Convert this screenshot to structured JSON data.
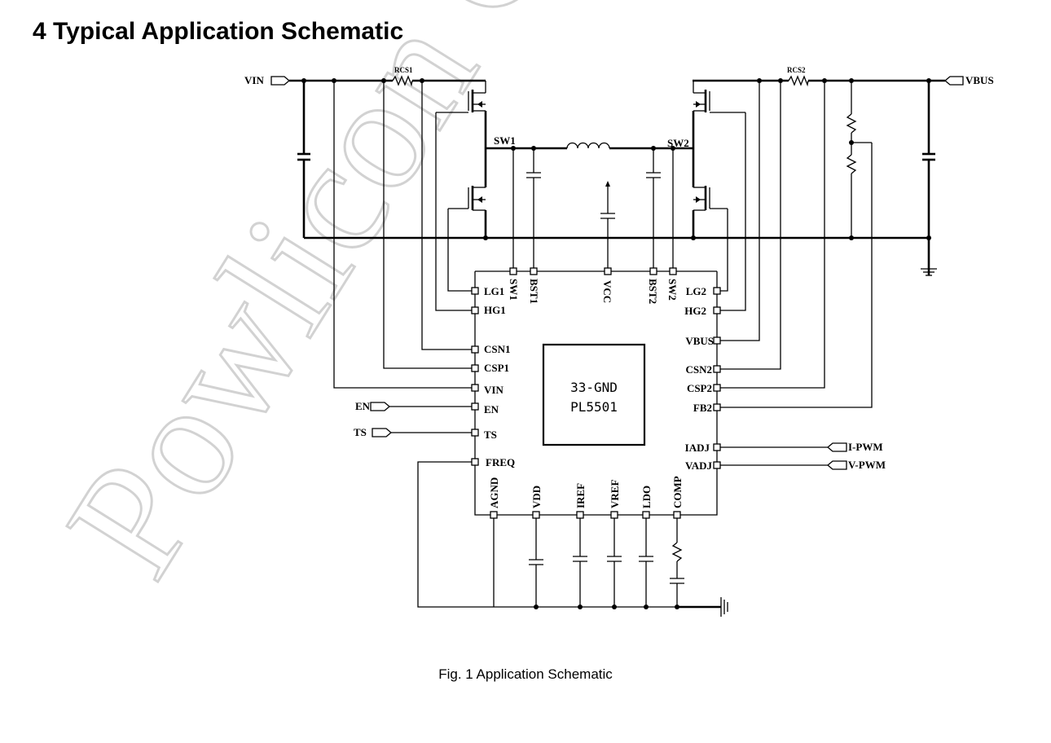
{
  "document": {
    "section_heading": "4 Typical Application Schematic",
    "figure_caption": "Fig. 1 Application Schematic",
    "watermark_text": "Powlicon Co"
  },
  "schematic": {
    "ports": {
      "vin": "VIN",
      "vbus": "VBUS",
      "en": "EN",
      "ts": "TS",
      "i_pwm": "I-PWM",
      "v_pwm": "V-PWM"
    },
    "components": {
      "rcs1": "RCS1",
      "rcs2": "RCS2"
    },
    "nodes": {
      "sw1": "SW1",
      "sw2": "SW2"
    },
    "chip": {
      "line1": "33-GND",
      "line2": "PL5501"
    },
    "pins": {
      "left": [
        "LG1",
        "HG1",
        "CSN1",
        "CSP1",
        "VIN",
        "EN",
        "TS",
        "FREQ"
      ],
      "right": [
        "LG2",
        "HG2",
        "VBUS",
        "CSN2",
        "CSP2",
        "FB2",
        "IADJ",
        "VADJ"
      ],
      "top": [
        "SW1",
        "BST1",
        "VCC",
        "BST2",
        "SW2"
      ],
      "bottom": [
        "AGND",
        "VDD",
        "IREF",
        "VREF",
        "LDO",
        "COMP"
      ]
    }
  }
}
